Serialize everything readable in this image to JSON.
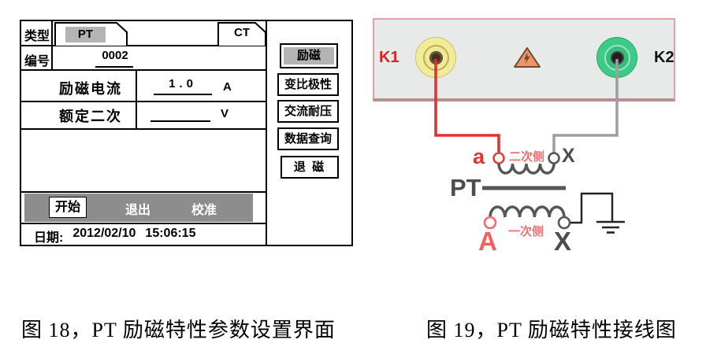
{
  "figure18": {
    "screen": {
      "type_label": "类型",
      "tabs": {
        "pt": "PT",
        "ct": "CT",
        "selected": "PT"
      },
      "serial_label": "编号",
      "serial_value": "0002",
      "param_rows": [
        {
          "label": "励磁电流",
          "value": "1.0",
          "unit": "A"
        },
        {
          "label": "额定二次",
          "value": "",
          "unit": "V"
        }
      ],
      "menu_items": [
        "励磁",
        "变比极性",
        "交流耐压",
        "数据查询",
        "退 磁"
      ],
      "selected_menu": "励磁",
      "action_buttons": [
        "开始",
        "退出",
        "校准"
      ],
      "selected_action": "开始",
      "date_label": "日期:",
      "date_value": "2012/02/10",
      "time_value": "15:06:15"
    },
    "caption": "图 18，PT 励磁特性参数设置界面"
  },
  "figure19": {
    "panel_labels": {
      "k1": "K1",
      "k2": "K2"
    },
    "transformer": {
      "name": "PT",
      "secondary_terminal_left": "a",
      "secondary_terminal_right": "X",
      "secondary_side_label": "二次侧",
      "primary_terminal_left": "A",
      "primary_terminal_right": "X",
      "primary_side_label": "一次侧"
    },
    "caption": "图 19，PT 励磁特性接线图"
  },
  "colors": {
    "screen_highlight_gray": "#b4b4b4",
    "action_bar_gray": "#8d8d8d",
    "panel_background": "#e7eae8",
    "panel_border_pink": "#dfa2a2",
    "jack_yellow": "#f1ec9c",
    "jack_green": "#3ecb87",
    "wire_red": "#e22f2f",
    "wire_gray": "#9e9e9e",
    "warning_triangle_fill": "#f19368",
    "label_red": "#e83232",
    "label_pink_red": "#ef7070",
    "diagram_gray": "#565656"
  }
}
